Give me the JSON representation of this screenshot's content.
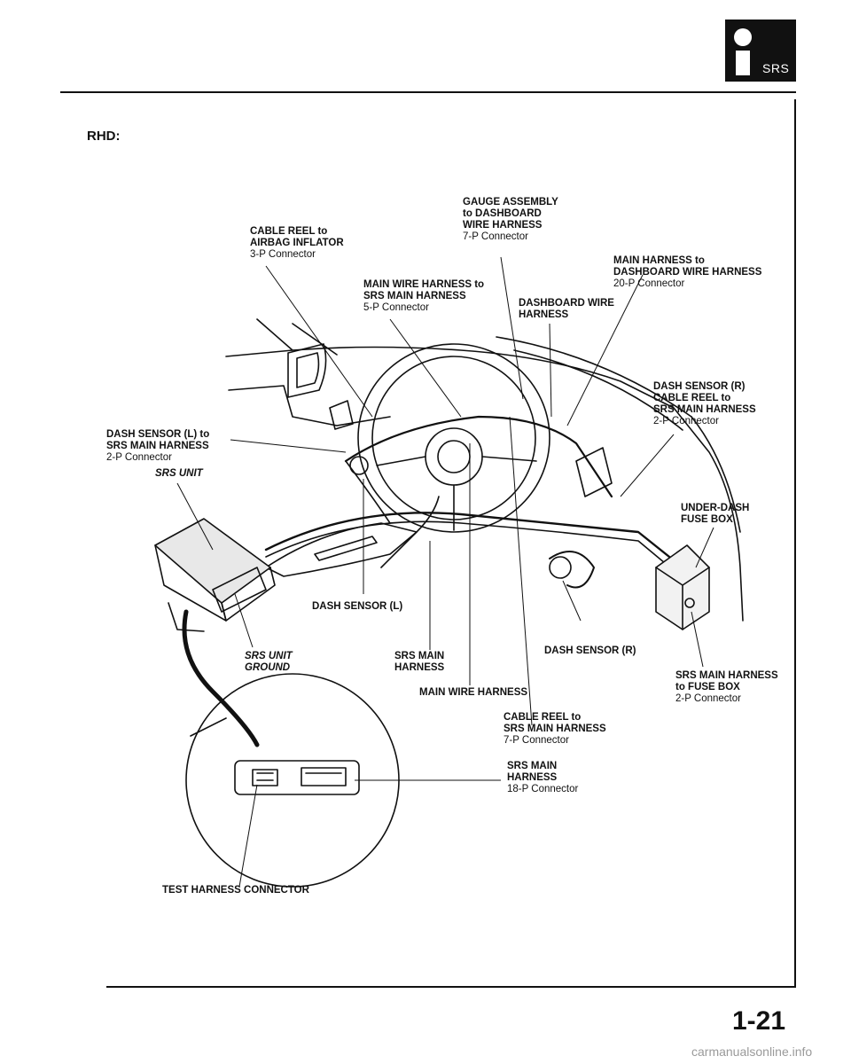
{
  "header": {
    "tab_label": "SRS"
  },
  "section_title": "RHD:",
  "labels": {
    "gauge": {
      "l1": "GAUGE ASSEMBLY",
      "l2": "to DASHBOARD",
      "l3": "WIRE HARNESS",
      "l4": "7-P Connector"
    },
    "cable_reel": {
      "l1": "CABLE REEL to",
      "l2": "AIRBAG INFLATOR",
      "l3": "3-P Connector"
    },
    "main_harness_dash": {
      "l1": "MAIN HARNESS to",
      "l2": "DASHBOARD WIRE HARNESS",
      "l3": "20-P Connector"
    },
    "main_wire_srs": {
      "l1": "MAIN WIRE HARNESS to",
      "l2": "SRS MAIN HARNESS",
      "l3": "5-P Connector"
    },
    "dash_wire": {
      "l1": "DASHBOARD WIRE",
      "l2": "HARNESS"
    },
    "dash_sensor_r_reel": {
      "l1": "DASH SENSOR (R)",
      "l2": "CABLE REEL to",
      "l3": "SRS MAIN HARNESS",
      "l4": "2-P Connector"
    },
    "dash_sensor_l_conn": {
      "l1": "DASH SENSOR (L) to",
      "l2": "SRS MAIN HARNESS",
      "l3": "2-P Connector"
    },
    "srs_unit": {
      "l1": "SRS UNIT"
    },
    "under_dash": {
      "l1": "UNDER-DASH",
      "l2": "FUSE BOX"
    },
    "dash_sensor_l": {
      "l1": "DASH SENSOR (L)"
    },
    "srs_unit_ground": {
      "l1": "SRS UNIT",
      "l2": "GROUND"
    },
    "srs_main_harness": {
      "l1": "SRS MAIN",
      "l2": "HARNESS"
    },
    "dash_sensor_r": {
      "l1": "DASH SENSOR (R)"
    },
    "main_wire_harness": {
      "l1": "MAIN WIRE HARNESS"
    },
    "srs_to_fuse": {
      "l1": "SRS MAIN HARNESS",
      "l2": "to FUSE BOX",
      "l3": "2-P Connector"
    },
    "cable_reel_srs": {
      "l1": "CABLE REEL to",
      "l2": "SRS MAIN HARNESS",
      "l3": "7-P Connector"
    },
    "srs_main_18p": {
      "l1": "SRS MAIN",
      "l2": "HARNESS",
      "l3": "18-P Connector"
    },
    "test_harness": {
      "l1": "TEST HARNESS CONNECTOR"
    }
  },
  "footer": {
    "page_number": "1-21",
    "watermark": "carmanualsonline.info"
  }
}
